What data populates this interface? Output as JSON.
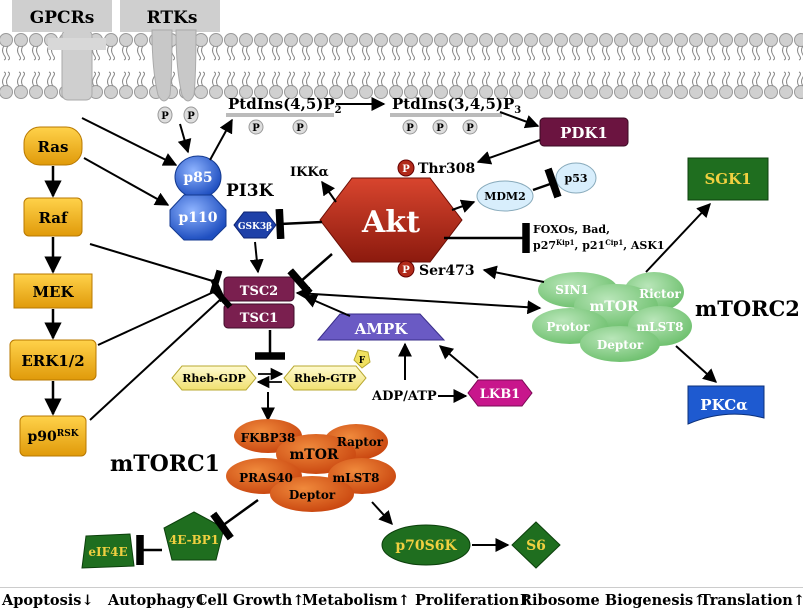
{
  "colors": {
    "akt": "#b22a1a",
    "mtorc1": "#e05a1e",
    "mtorc2": "#8fd08f",
    "tsc": "#7a1f4f",
    "pdk1": "#6b1440",
    "ampk": "#6a5ac4",
    "lkb1": "#c8168c",
    "ras_pathway": "#f2b21a",
    "pi3k": "#2e66d6",
    "green_dark": "#1f6e1f",
    "pkc": "#1e5ad0",
    "membrane": "#c8c8c8"
  },
  "membrane": {
    "gpcrs": "GPCRs",
    "rtks": "RTKs",
    "ptdins45": "PtdIns(4,5)P",
    "ptdins45_sub": "2",
    "ptdins345": "PtdIns(3,4,5)P",
    "ptdins345_sub": "3",
    "phospho": "P"
  },
  "ras_pathway": {
    "ras": "Ras",
    "raf": "Raf",
    "mek": "MEK",
    "erk": "ERK1/2",
    "p90": "p90",
    "p90_sup": "RSK"
  },
  "pi3k": {
    "p85": "p85",
    "p110": "p110",
    "label": "PI3K"
  },
  "akt": {
    "label": "Akt",
    "thr308": "Thr308",
    "ser473": "Ser473",
    "phospho": "P"
  },
  "nodes": {
    "ikka": "IKKα",
    "gsk3b": "GSK3β",
    "pdk1": "PDK1",
    "mdm2": "MDM2",
    "p53": "p53",
    "foxos_line1": "FOXOs, Bad,",
    "p27": "p27",
    "p27_sup": "Kip1",
    "p21": "p21",
    "p21_sup": "Cip1",
    "ask1": "ASK1",
    "tsc2": "TSC2",
    "tsc1": "TSC1",
    "ampk": "AMPK",
    "lkb1": "LKB1",
    "adp_atp": "ADP/ATP",
    "rheb_gdp": "Rheb-GDP",
    "rheb_gtp": "Rheb-GTP",
    "farnesyl": "F",
    "sgk1": "SGK1",
    "pkca": "PKCα",
    "eif4e": "eIF4E",
    "4ebp1": "4E-BP1",
    "p70s6k": "p70S6K",
    "s6": "S6"
  },
  "mtorc1": {
    "label": "mTORC1",
    "fkbp38": "FKBP38",
    "mtor": "mTOR",
    "raptor": "Raptor",
    "pras40": "PRAS40",
    "mlst8": "mLST8",
    "deptor": "Deptor"
  },
  "mtorc2": {
    "label": "mTORC2",
    "sin1": "SIN1",
    "mtor": "mTOR",
    "rictor": "Rictor",
    "protor": "Protor",
    "mlst8": "mLST8",
    "deptor": "Deptor"
  },
  "outcomes": [
    {
      "label": "Apoptosis",
      "arrow": "↓"
    },
    {
      "label": "Autophagy",
      "arrow": "↓"
    },
    {
      "label": "Cell Growth",
      "arrow": "↑"
    },
    {
      "label": "Metabolism",
      "arrow": "↑"
    },
    {
      "label": "Proliferation",
      "arrow": "↑"
    },
    {
      "label": "Ribosome Biogenesis",
      "arrow": "↑"
    },
    {
      "label": "Translation",
      "arrow": "↑"
    }
  ]
}
